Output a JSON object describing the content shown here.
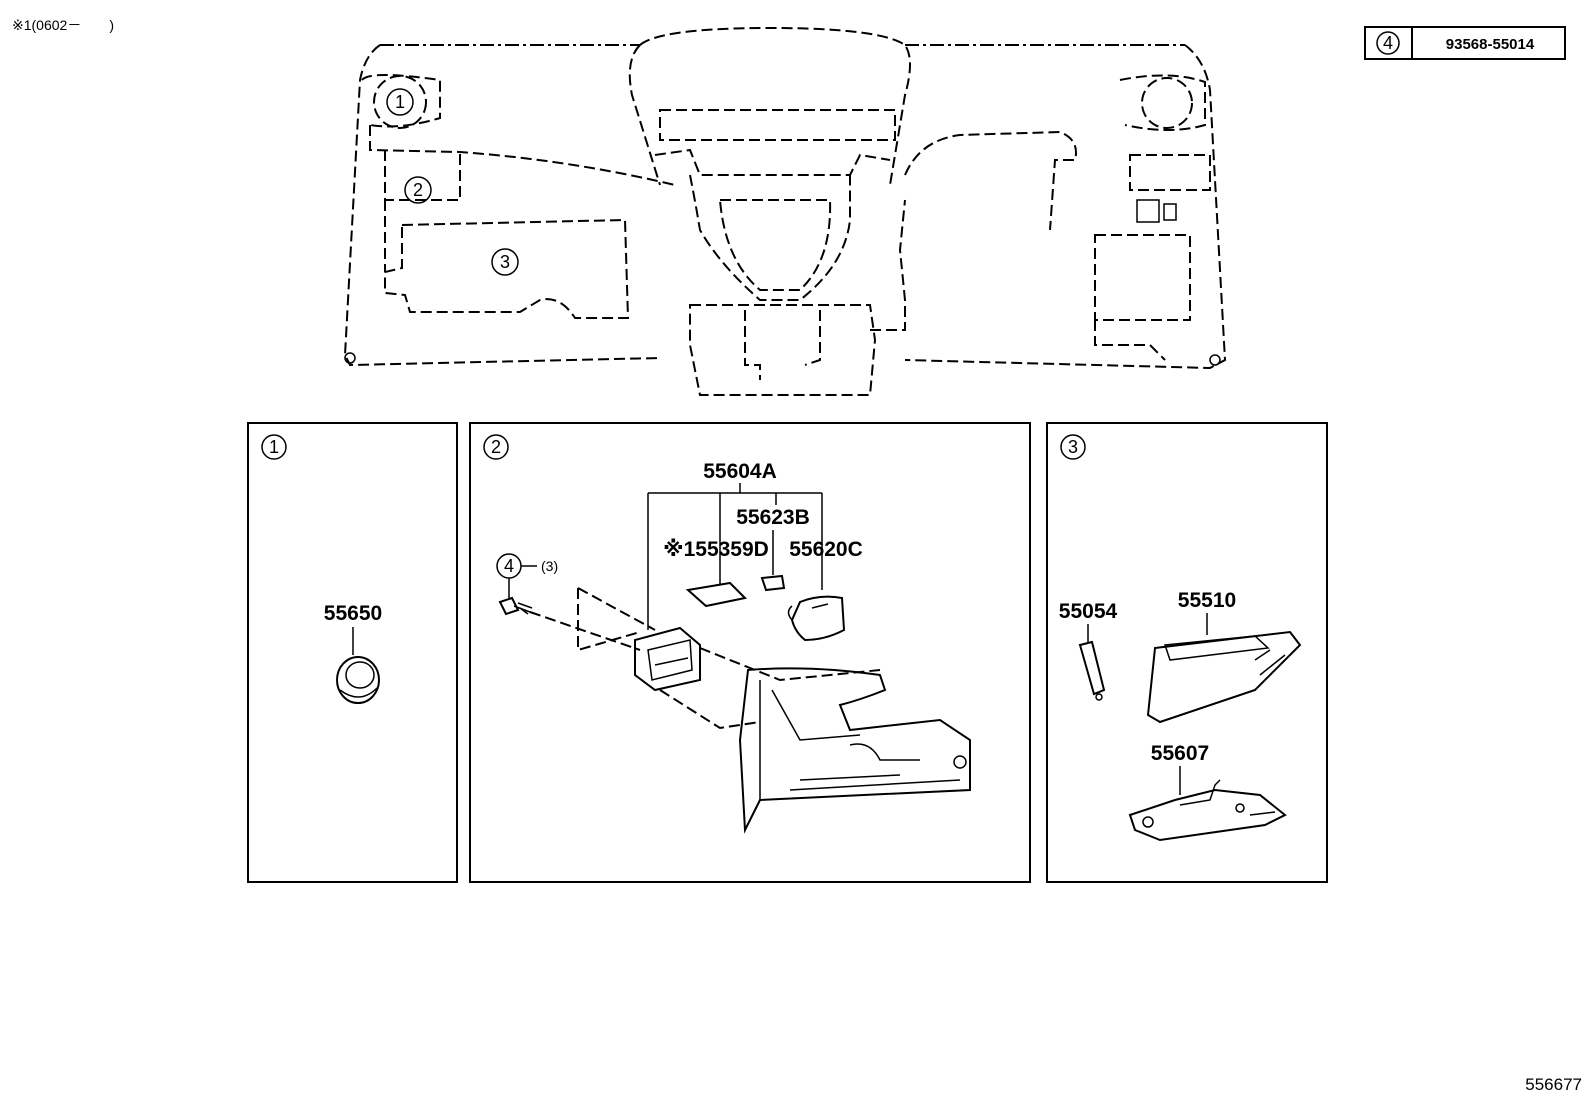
{
  "note": "※1(0602－　　)",
  "legend": {
    "circle": "4",
    "code": "93568-55014"
  },
  "overview": {
    "callouts": [
      "1",
      "2",
      "3"
    ]
  },
  "panels": [
    {
      "id": "1",
      "parts": [
        "55650"
      ]
    },
    {
      "id": "2",
      "parts": [
        "55604A",
        "55623B",
        "※155359D",
        "55620C"
      ],
      "bolt_ref": "4",
      "bolt_qty": "(3)"
    },
    {
      "id": "3",
      "parts": [
        "55054",
        "55510",
        "55607"
      ]
    }
  ],
  "diagram_id": "556677"
}
